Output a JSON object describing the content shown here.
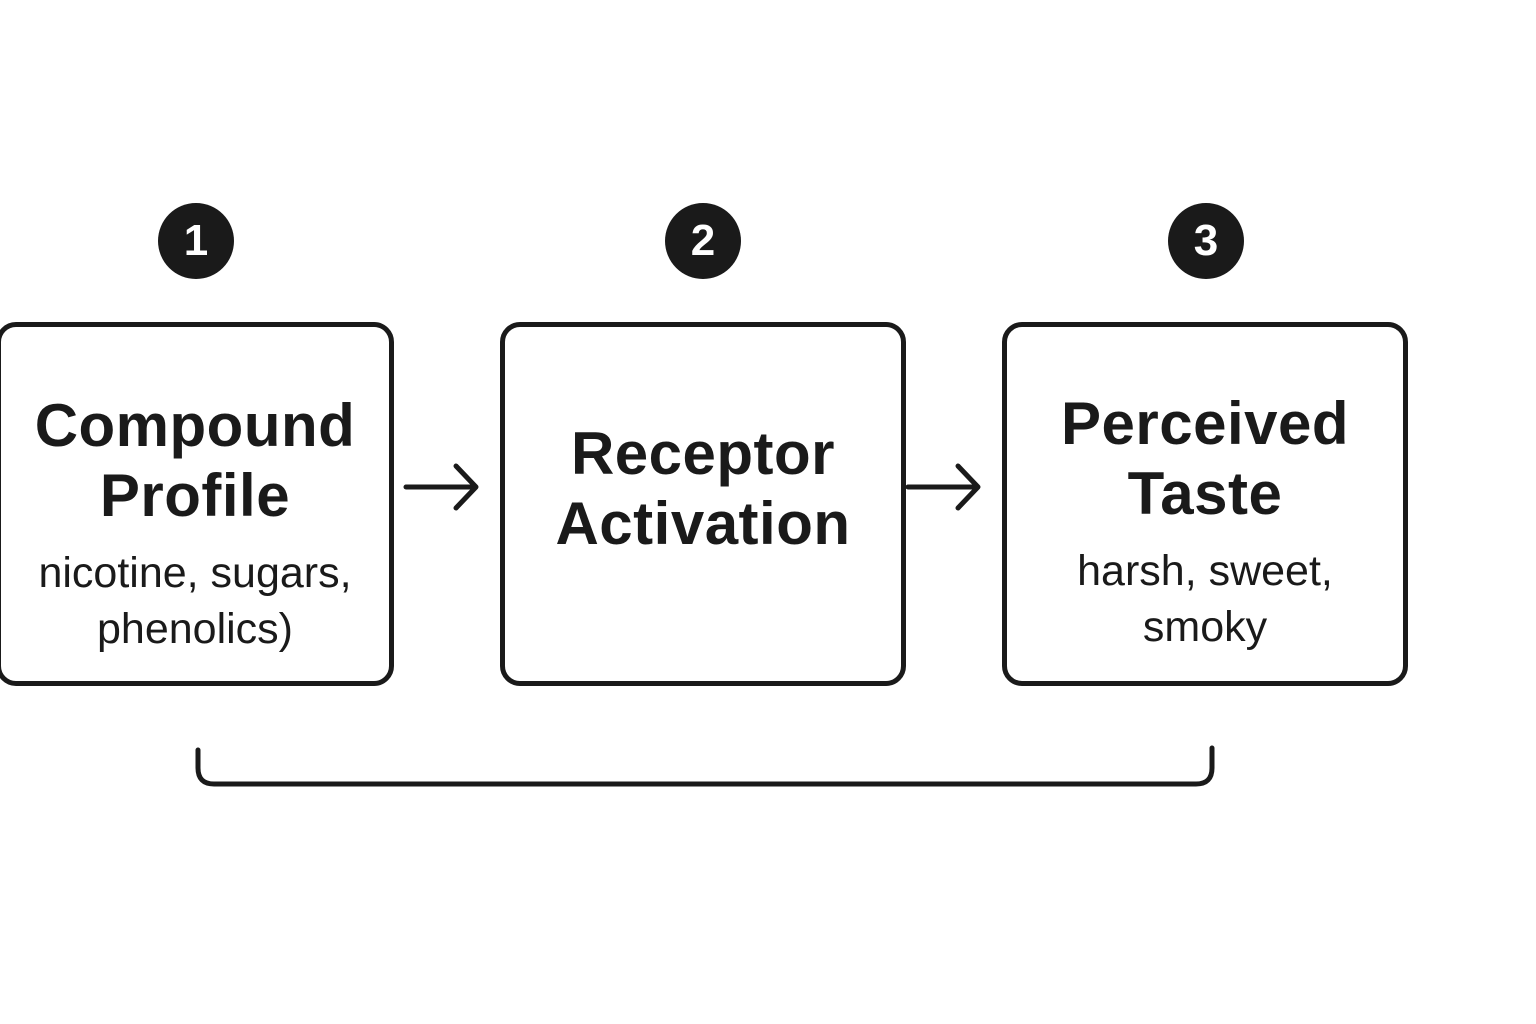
{
  "steps": [
    {
      "number": "1",
      "title": "Compound\nProfile",
      "subtitle": "nicotine, sugars,\nphenolics)"
    },
    {
      "number": "2",
      "title": "Receptor\nActivation",
      "subtitle": ""
    },
    {
      "number": "3",
      "title": "Perceived\nTaste",
      "subtitle": "harsh, sweet,\nsmoky"
    }
  ],
  "colors": {
    "stroke": "#1a1a1a",
    "background": "#ffffff"
  },
  "icons": [
    "arrow-right-icon",
    "arrow-right-icon",
    "bracket-connector"
  ]
}
